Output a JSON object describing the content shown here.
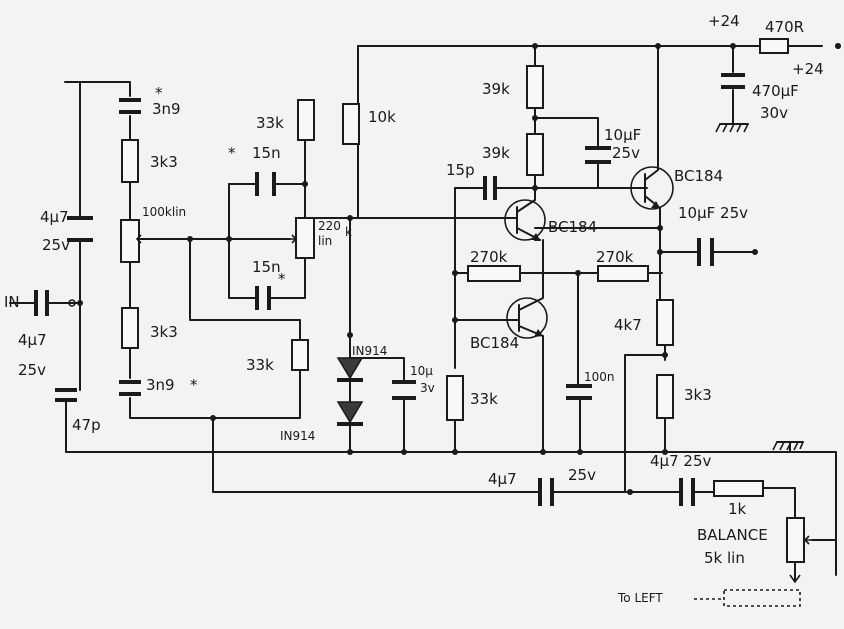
{
  "supply": {
    "v_in": "+24",
    "v_out": "+24",
    "dropper": "470R",
    "reservoir_cap": "470μF",
    "reservoir_volt": "30v"
  },
  "input": {
    "label": "IN",
    "cap_val": "4μ7",
    "cap_volt": "25v",
    "shunt_cap": "47p"
  },
  "tone": {
    "cap_top_star": "*",
    "cap_top": "3n9",
    "res_top": "3k3",
    "pot": "100klin",
    "res_bottom": "3k3",
    "cap_bottom": "3n9",
    "cap_bottom_star": "*",
    "coupling_val": "4μ7",
    "coupling_volt": "25v",
    "res_33k_top": "33k",
    "cap_15n_top_star": "*",
    "cap_15n_top": "15n",
    "pot2_a": "220",
    "pot2_b": "lin",
    "pot2_c": "k",
    "cap_15n_bottom": "15n",
    "cap_15n_bottom_star": "*",
    "res_33k_bottom": "33k"
  },
  "bias": {
    "res_10k": "10k",
    "diode_top": "IN914",
    "diode_bottom": "IN914",
    "cap_val": "10μ",
    "cap_volt": "3v"
  },
  "amp": {
    "res_39k_top": "39k",
    "res_39k_mid": "39k",
    "cap_10uf_val": "10μF",
    "cap_10uf_volt": "25v",
    "cap_15p": "15p",
    "q1": "BC184",
    "q_out": "BC184",
    "q2": "BC184",
    "res_270k_left": "270k",
    "res_270k_right": "270k",
    "res_33k": "33k",
    "cap_100n": "100n",
    "res_4k7": "4k7",
    "res_3k3": "3k3",
    "out_cap": "10μF 25v"
  },
  "balance": {
    "cap_left_val": "4μ7",
    "cap_left_volt": "25v",
    "cap_right": "4μ7 25v",
    "res_1k": "1k",
    "label": "BALANCE",
    "pot": "5k lin",
    "to_left": "To LEFT"
  }
}
